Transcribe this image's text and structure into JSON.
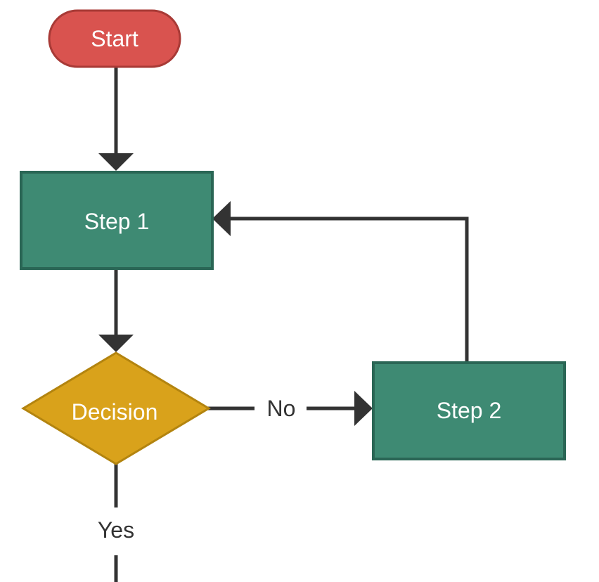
{
  "diagram": {
    "type": "flowchart",
    "nodes": {
      "start": {
        "label": "Start",
        "shape": "terminal",
        "fill": "#d9534f",
        "stroke": "#a83a36"
      },
      "step1": {
        "label": "Step 1",
        "shape": "process",
        "fill": "#3e8a73",
        "stroke": "#2a6655"
      },
      "decision": {
        "label": "Decision",
        "shape": "decision",
        "fill": "#d9a21b",
        "stroke": "#b3840f"
      },
      "step2": {
        "label": "Step 2",
        "shape": "process",
        "fill": "#3e8a73",
        "stroke": "#2a6655"
      }
    },
    "edges": {
      "no": {
        "label": "No"
      },
      "yes": {
        "label": "Yes"
      }
    },
    "connector_color": "#333333"
  }
}
